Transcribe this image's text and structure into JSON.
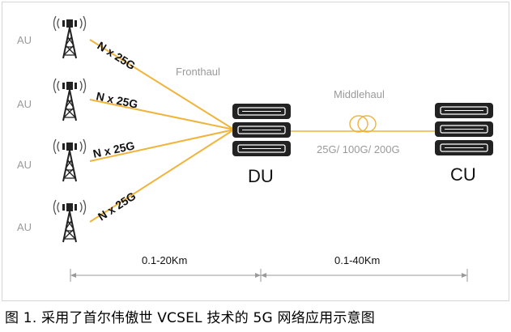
{
  "diagram": {
    "au_label": "AU",
    "links": [
      "N x 25G",
      "N x 25G",
      "N x 25G",
      "N x 25G"
    ],
    "fronthaul_label": "Fronthaul",
    "middlehaul_label": "Middlehaul",
    "middlehaul_rates": "25G/ 100G/ 200G",
    "du_label": "DU",
    "cu_label": "CU",
    "distances": [
      "0.1-20Km",
      "0.1-40Km"
    ],
    "colors": {
      "fiber": "#f0b43a",
      "server": "#222222",
      "label_gray": "#9a9a9a"
    }
  },
  "caption": "图 1. 采用了首尔伟傲世 VCSEL 技术的 5G 网络应用示意图"
}
